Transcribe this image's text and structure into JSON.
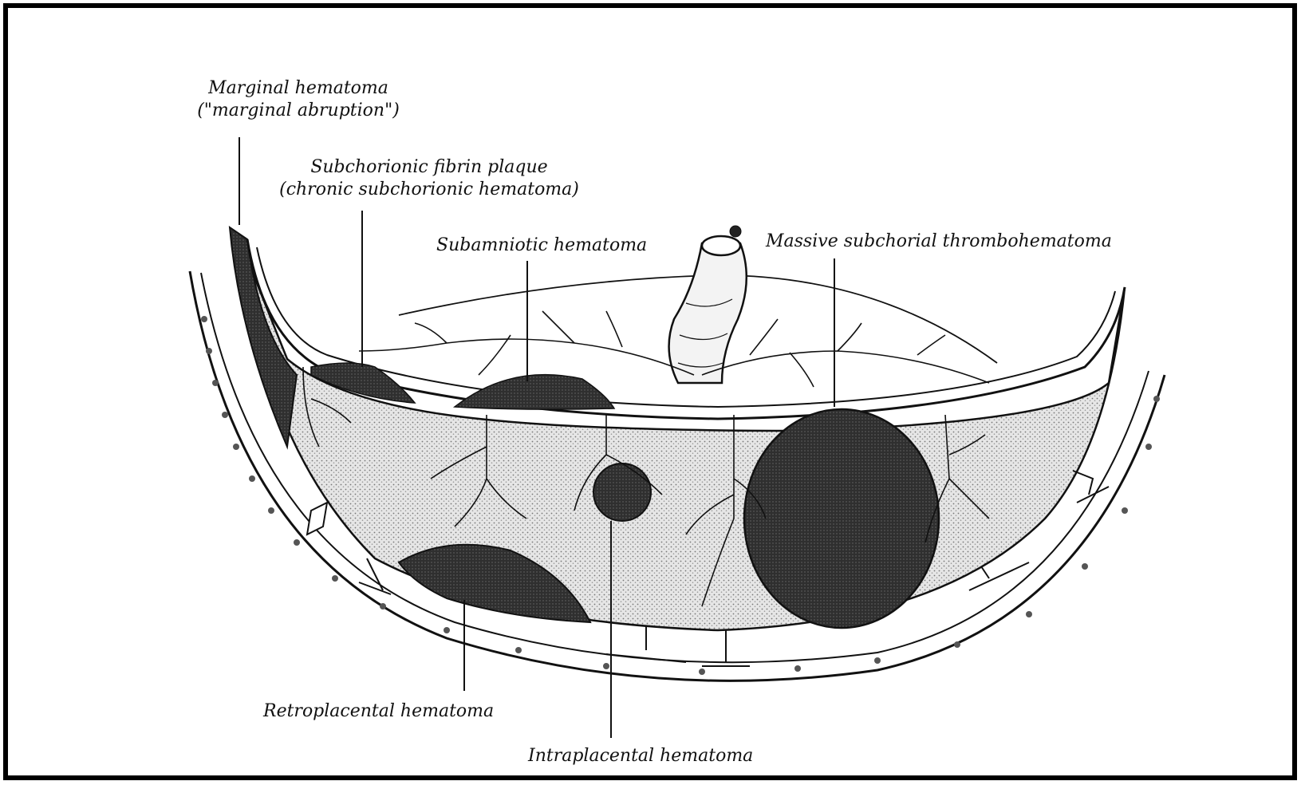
{
  "labels": {
    "marginal_line1": "Marginal hematoma",
    "marginal_line2": "(\"marginal abruption\")",
    "subchorionic_line1": "Subchorionic fibrin plaque",
    "subchorionic_line2": "(chronic subchorionic hematoma)",
    "subamniotic": "Subamniotic hematoma",
    "massive": "Massive subchorial thrombohematoma",
    "retroplacental": "Retroplacental hematoma",
    "intraplacental": "Intraplacental hematoma"
  },
  "colors": {
    "ink": "#111111",
    "stipple_fill": "#d9d9d9",
    "hematoma_fill": "#3a3a3a",
    "background": "#ffffff"
  }
}
